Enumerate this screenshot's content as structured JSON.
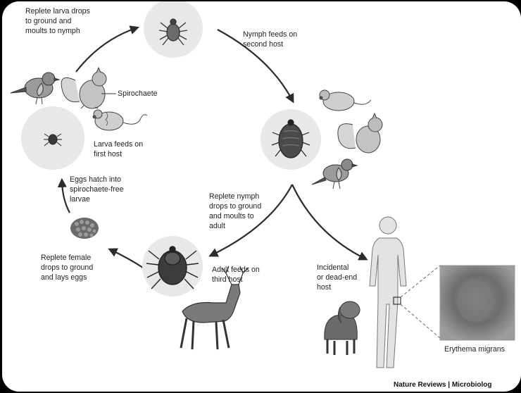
{
  "labels": {
    "larva_drops": [
      "Replete larva drops",
      "to ground and",
      "moults to nymph"
    ],
    "nymph_feeds": [
      "Nymph feeds on",
      "second host"
    ],
    "spirochaete": "Spirochaete",
    "larva_feeds": [
      "Larva feeds on",
      "first host"
    ],
    "eggs_hatch": [
      "Eggs hatch into",
      "spirochaete-free",
      "larvae"
    ],
    "nymph_drops": [
      "Replete nymph",
      "drops to ground",
      "and moults to",
      "adult"
    ],
    "female_drops": [
      "Replete female",
      "drops to ground",
      "and lays eggs"
    ],
    "adult_feeds": [
      "Adult feeds on",
      "third host"
    ],
    "incidental": [
      "Incidental",
      "or dead-end",
      "host"
    ],
    "erythema": "Erythema migrans"
  },
  "credit": "Nature Reviews | Microbiolog",
  "icons": {
    "larva_tick": "tick-larva-icon",
    "nymph_tick": "tick-nymph-icon",
    "engorged_nymph": "engorged-nymph-icon",
    "adult_tick": "adult-tick-icon",
    "eggs": "egg-mass-icon",
    "bird": "bird-icon",
    "squirrel": "squirrel-icon",
    "mouse": "mouse-icon",
    "deer": "deer-icon",
    "dog": "dog-icon",
    "human": "human-icon",
    "rash_photo": "rash-photo"
  }
}
